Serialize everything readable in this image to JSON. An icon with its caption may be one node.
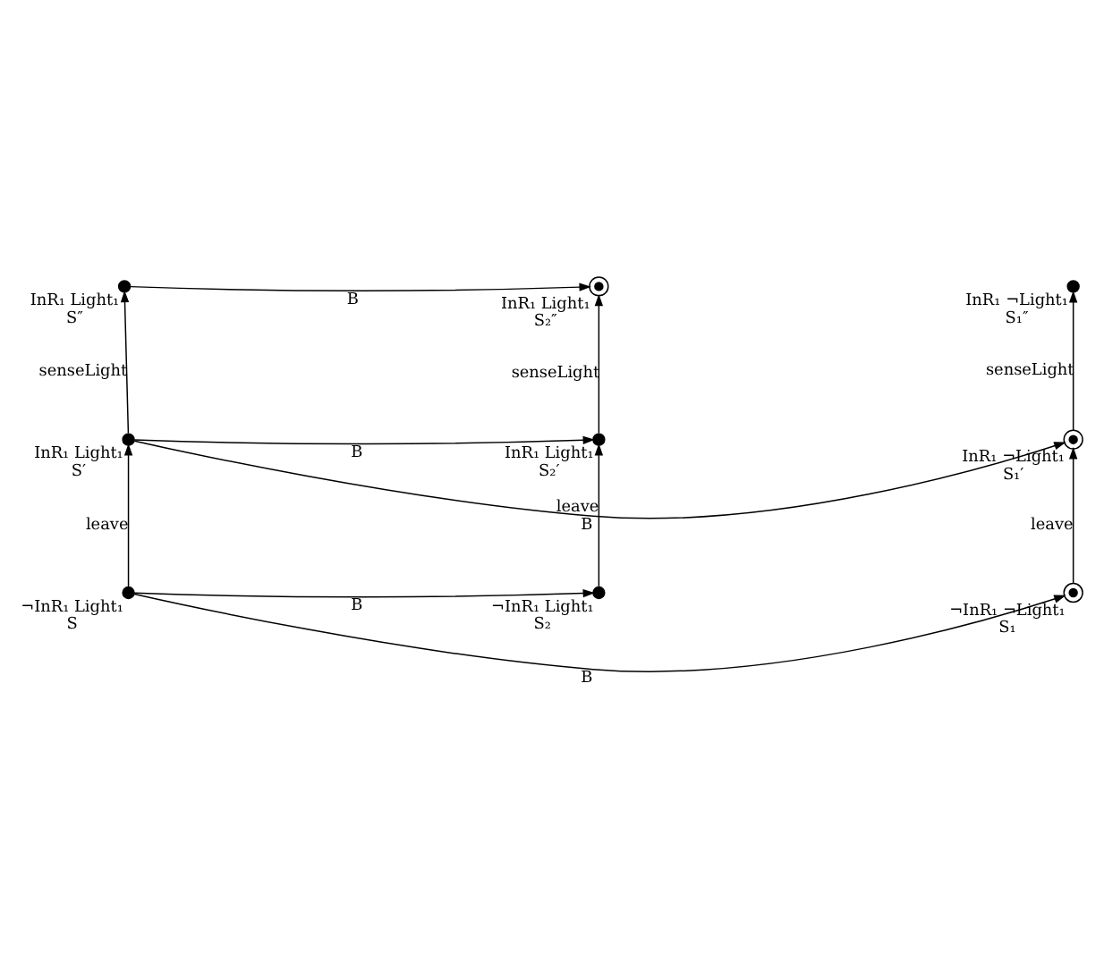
{
  "diagram": {
    "nodes": [
      {
        "text": [],
        "shape": "dot",
        "beside": [
          "InR₁ Light₁",
          "S″"
        ]
      },
      {
        "text": [],
        "shape": "target",
        "beside": [
          "InR₁ Light₁",
          "S₂″"
        ]
      },
      {
        "text": [],
        "shape": "dot",
        "beside": [
          "InR₁ ¬Light₁",
          "S₁″"
        ]
      },
      {
        "text": [],
        "shape": "dot",
        "beside": [
          "InR₁ Light₁",
          "S′"
        ]
      },
      {
        "text": [],
        "shape": "dot",
        "beside": [
          "InR₁ Light₁",
          "S₂′"
        ]
      },
      {
        "text": [],
        "shape": "target",
        "beside": [
          "InR₁ ¬Light₁",
          "S₁′"
        ]
      },
      {
        "text": [],
        "shape": "dot",
        "beside": [
          "¬InR₁ Light₁",
          "S"
        ]
      },
      {
        "text": [],
        "shape": "dot",
        "beside": [
          "¬InR₁ Light₁",
          "S₂"
        ]
      },
      {
        "text": [],
        "shape": "target",
        "beside": [
          "¬InR₁ ¬Light₁",
          "S₁"
        ]
      }
    ],
    "edges": [
      {
        "from": 0,
        "to": 1,
        "arrow": "to",
        "label": "B"
      },
      {
        "from": 3,
        "to": 0,
        "arrow": "to",
        "label": "senseLight"
      },
      {
        "from": 4,
        "to": 1,
        "arrow": "to",
        "label": "senseLight"
      },
      {
        "from": 5,
        "to": 2,
        "arrow": "to",
        "label": "senseLight"
      },
      {
        "from": 3,
        "to": 4,
        "arrow": "to",
        "label": "B"
      },
      {
        "from": 3,
        "to": 5,
        "arrow": "to",
        "label": "B"
      },
      {
        "from": 6,
        "to": 3,
        "arrow": "to",
        "label": "leave"
      },
      {
        "from": 7,
        "to": 4,
        "arrow": "to",
        "label": "leave"
      },
      {
        "from": 8,
        "to": 5,
        "arrow": "to",
        "label": "leave"
      },
      {
        "from": 6,
        "to": 7,
        "arrow": "to",
        "label": "B"
      },
      {
        "from": 6,
        "to": 8,
        "arrow": "to",
        "label": "B"
      }
    ]
  }
}
